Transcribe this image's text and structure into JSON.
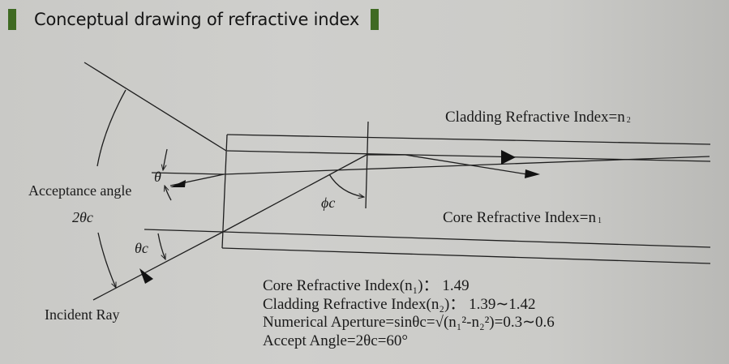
{
  "title": {
    "text": "Conceptual drawing of refractive index",
    "accent_color": "#3f6a22"
  },
  "diagram": {
    "labels": {
      "cladding": "Cladding Refractive Index=n",
      "cladding_sub": "2",
      "core": "Core Refractive Index=n",
      "core_sub": "1",
      "acceptance_angle": "Acceptance angle",
      "acceptance_value": "2θc",
      "theta": "θ",
      "theta_c": "θc",
      "phi_c": "ϕc",
      "incident_ray": "Incident Ray"
    }
  },
  "specs": [
    {
      "label": "Core Refractive Index(n₁)",
      "sep": "：",
      "value": "1.49"
    },
    {
      "label": "Cladding Refractive Index(n₂)",
      "sep": "：",
      "value": "1.39∼1.42"
    },
    {
      "label": "Numerical Aperture=sinθc=√(n₁²-n₂²)",
      "sep": "=",
      "value": "0.3∼0.6"
    },
    {
      "label": "Accept Angle=2θc",
      "sep": "=",
      "value": "60°"
    }
  ]
}
